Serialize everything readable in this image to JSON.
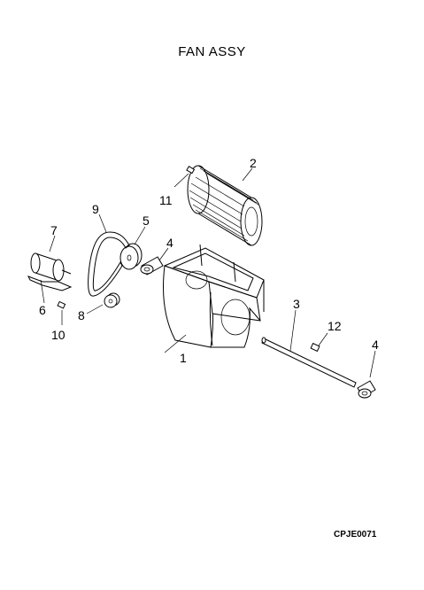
{
  "title": "FAN ASSY",
  "drawing_code": "CPJE0071",
  "parts": [
    {
      "number": "1"
    },
    {
      "number": "2"
    },
    {
      "number": "3"
    },
    {
      "number": "4"
    },
    {
      "number": "4"
    },
    {
      "number": "5"
    },
    {
      "number": "6"
    },
    {
      "number": "7"
    },
    {
      "number": "8"
    },
    {
      "number": "9"
    },
    {
      "number": "10"
    },
    {
      "number": "11"
    },
    {
      "number": "12"
    }
  ]
}
